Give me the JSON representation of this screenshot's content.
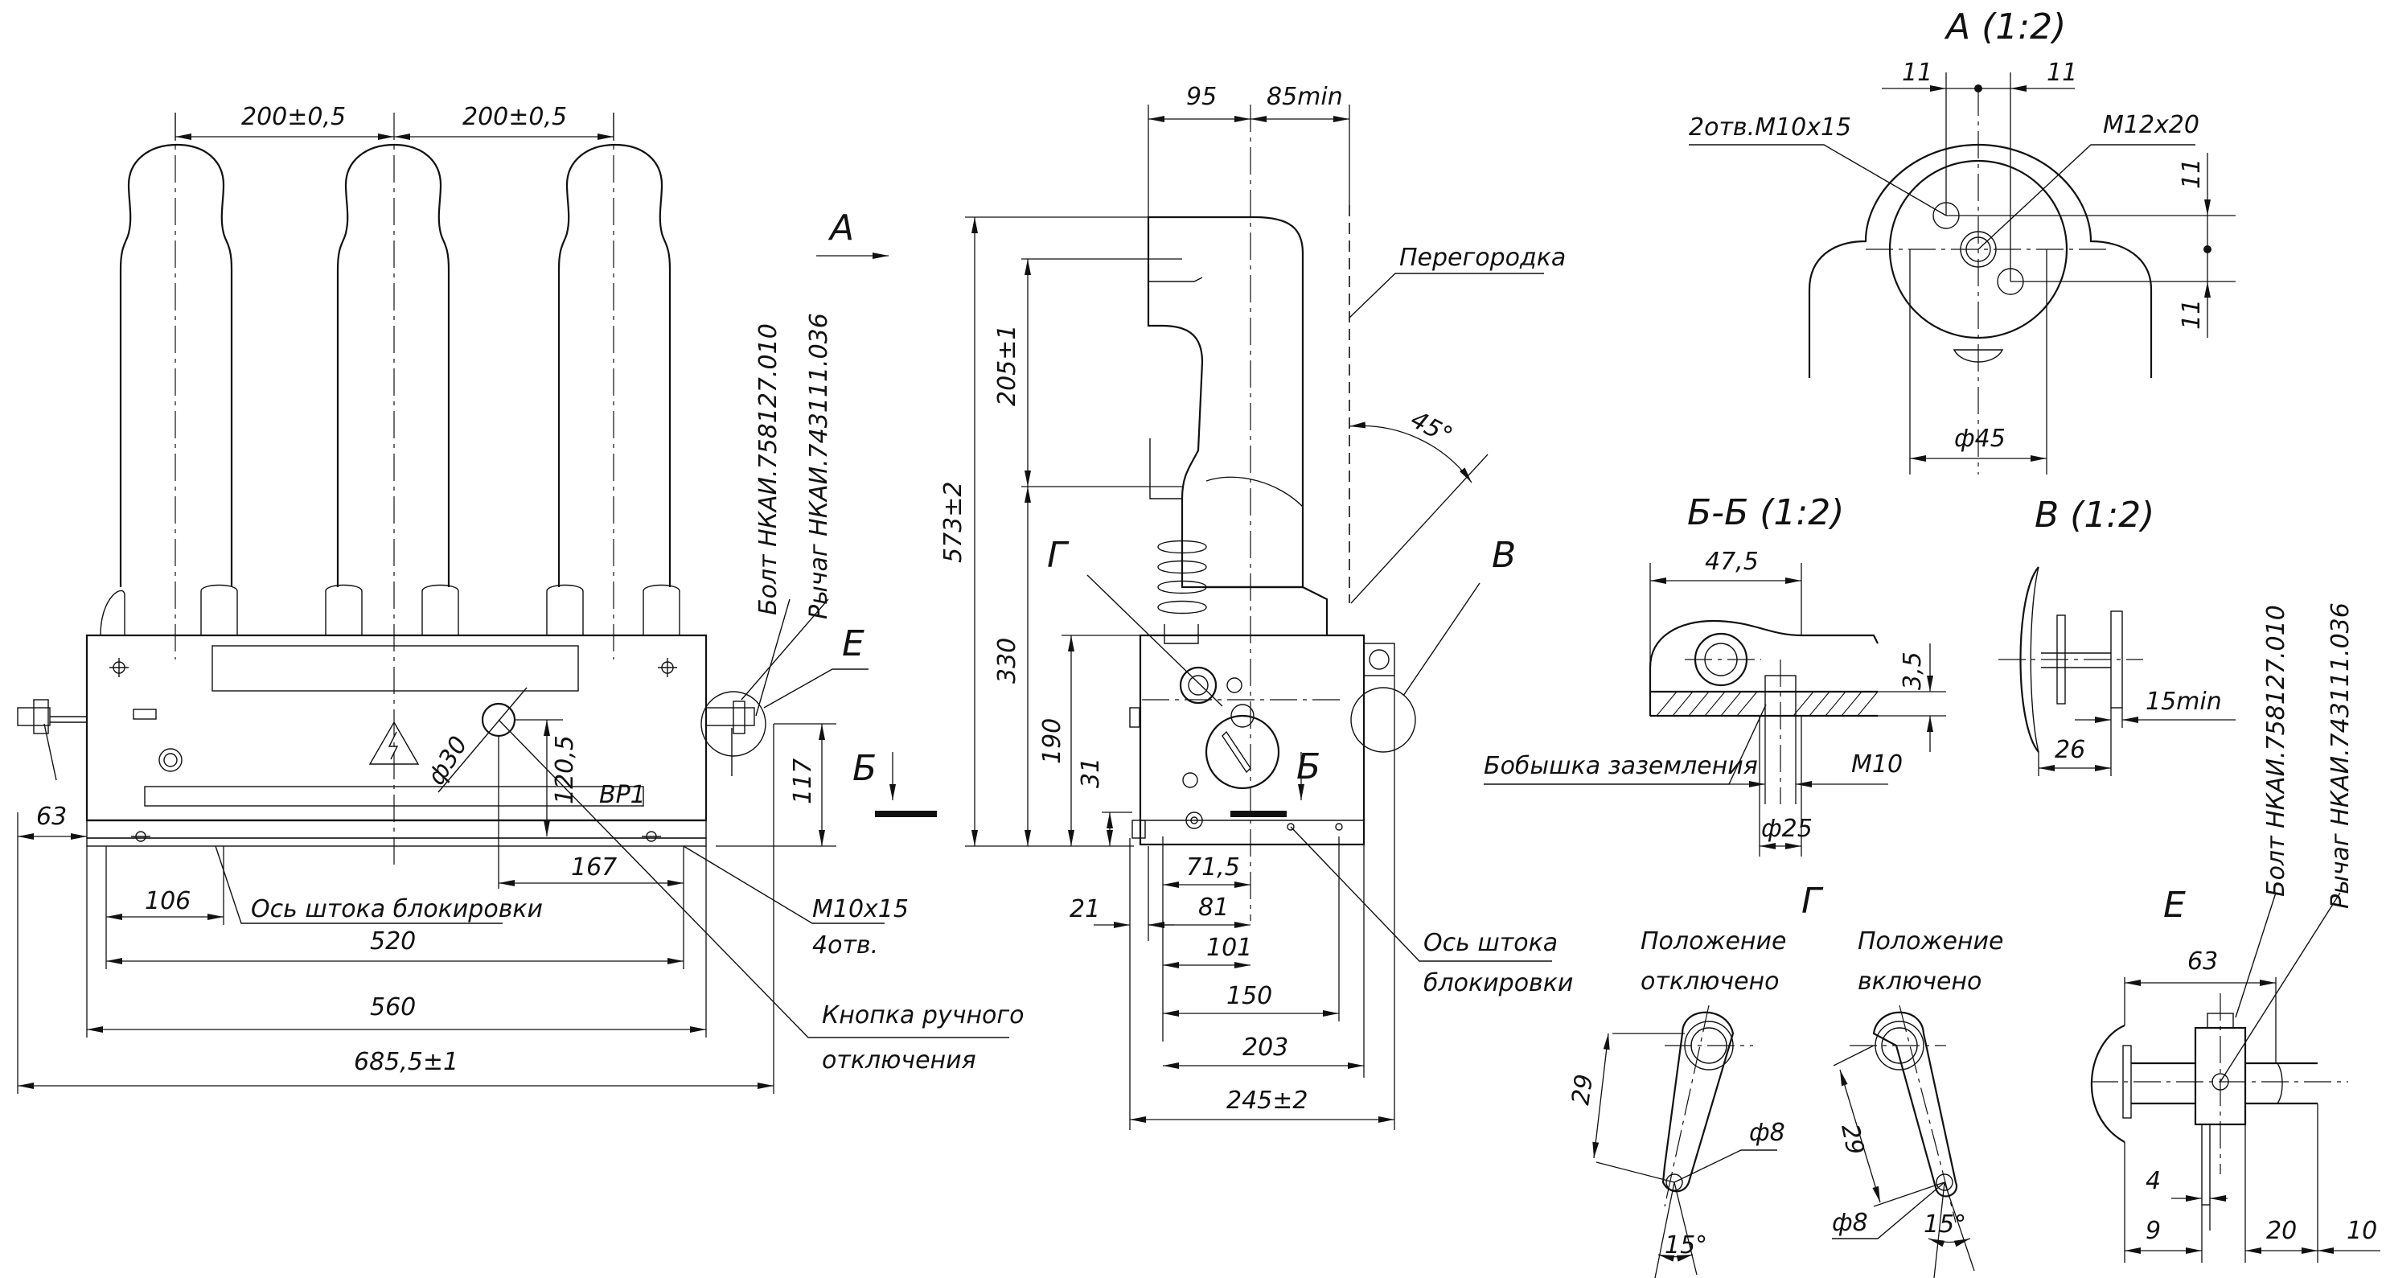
{
  "views": {
    "view_a_title": "А (1:2)",
    "view_bb_title": "Б-Б (1:2)",
    "view_v_title": "В (1:2)",
    "view_g_title": "Г",
    "view_e_title": "Е"
  },
  "letters": {
    "a": "А",
    "b1": "Б",
    "b2": "Б",
    "g": "Г",
    "v": "В",
    "e": "Е"
  },
  "front": {
    "dim_200_left": "200±0,5",
    "dim_200_right": "200±0,5",
    "dim_63": "63",
    "dim_106": "106",
    "dim_167": "167",
    "dim_520": "520",
    "dim_560": "560",
    "dim_685": "685,5±1",
    "dim_120": "120,5",
    "dim_117": "117",
    "dim_phi30": "ф30",
    "label_axis": "Ось штока блокировки",
    "label_m10x15": "М10х15",
    "label_4otv": "4отв.",
    "label_button_1": "Кнопка ручного",
    "label_button_2": "отключения",
    "label_bolt": "Болт НКАИ.758127.010",
    "label_lever": "Рычаг НКАИ.743111.036",
    "nameplate": "ВР1"
  },
  "side": {
    "dim_95": "95",
    "dim_85min": "85min",
    "dim_205": "205±1",
    "dim_573": "573±2",
    "dim_330": "330",
    "dim_190": "190",
    "dim_31": "31",
    "dim_21": "21",
    "dim_71": "71,5",
    "dim_81": "81",
    "dim_101": "101",
    "dim_150": "150",
    "dim_203": "203",
    "dim_245": "245±2",
    "dim_45deg": "45°",
    "label_partition": "Перегородка",
    "label_axis_1": "Ось штока",
    "label_axis_2": "блокировки"
  },
  "detail_a": {
    "dim_11_left": "11",
    "dim_11_right": "11",
    "dim_11_top": "11",
    "dim_11_bottom": "11",
    "dim_phi45": "ф45",
    "label_holes": "2отв.М10х15",
    "label_thread": "М12х20"
  },
  "detail_bb": {
    "dim_47": "47,5",
    "dim_35": "3,5",
    "dim_phi25": "ф25",
    "label_m10": "М10",
    "label_boss": "Бобышка заземления"
  },
  "detail_v": {
    "dim_15min": "15min",
    "dim_26": "26"
  },
  "detail_g": {
    "label_off_1": "Положение",
    "label_off_2": "отключено",
    "label_on_1": "Положение",
    "label_on_2": "включено",
    "dim_29_left": "29",
    "dim_29_right": "29",
    "dim_phi8_left": "ф8",
    "dim_phi8_right": "ф8",
    "dim_15deg_left": "15°",
    "dim_15deg_right": "15°"
  },
  "detail_e": {
    "dim_63": "63",
    "dim_4": "4",
    "dim_9": "9",
    "dim_20": "20",
    "dim_10": "10",
    "label_bolt": "Болт НКАИ.758127.010",
    "label_lever": "Рычаг НКАИ.743111.036"
  }
}
